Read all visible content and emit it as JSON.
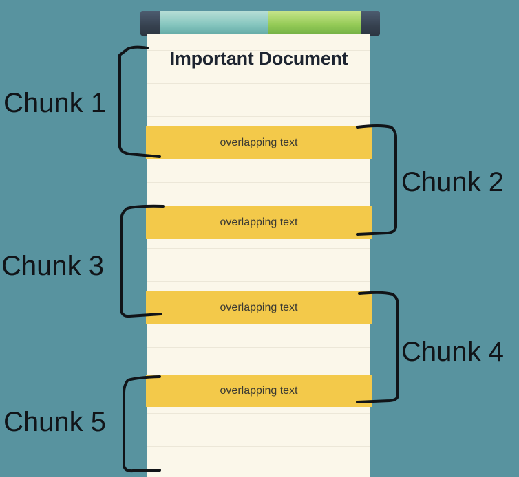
{
  "document": {
    "title": "Important Document"
  },
  "overlaps": [
    {
      "label": "overlapping text"
    },
    {
      "label": "overlapping text"
    },
    {
      "label": "overlapping text"
    },
    {
      "label": "overlapping text"
    }
  ],
  "chunks": [
    {
      "label": "Chunk 1"
    },
    {
      "label": "Chunk 2"
    },
    {
      "label": "Chunk 3"
    },
    {
      "label": "Chunk 4"
    },
    {
      "label": "Chunk 5"
    }
  ],
  "colors": {
    "background": "#58939f",
    "paper": "#fbf7ea",
    "highlight": "#f3c94a",
    "bracket": "#111418"
  }
}
